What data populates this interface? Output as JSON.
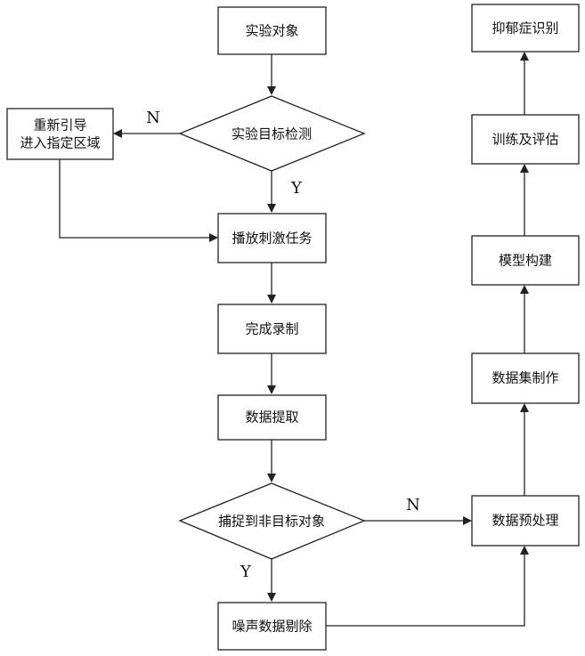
{
  "flowchart": {
    "nodes": {
      "subject": "实验对象",
      "target_detect": "实验目标检测",
      "reguide_line1": "重新引导",
      "reguide_line2": "进入指定区域",
      "play_task": "播放刺激任务",
      "record_done": "完成录制",
      "data_extract": "数据提取",
      "capture_nontarget": "捕捉到非目标对象",
      "noise_remove": "噪声数据剔除",
      "preprocess": "数据预处理",
      "dataset_make": "数据集制作",
      "model_build": "模型构建",
      "train_eval": "训练及评估",
      "depression_recog": "抑郁症识别"
    },
    "edge_labels": {
      "detect_no": "N",
      "detect_yes": "Y",
      "capture_no": "N",
      "capture_yes": "Y"
    }
  }
}
